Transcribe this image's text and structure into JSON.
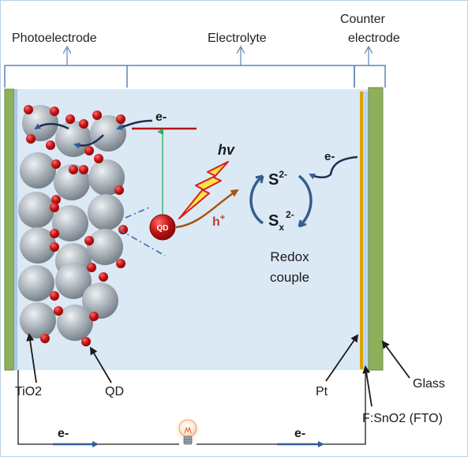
{
  "labels": {
    "photoelectrode": "Photoelectrode",
    "electrolyte": "Electrolyte",
    "counter_line1": "Counter",
    "counter_line2": "electrode",
    "tio2": "TiO2",
    "qd": "QD",
    "pt": "Pt",
    "fto": "F:SnO2 (FTO)",
    "glass": "Glass",
    "redox_line1": "Redox",
    "redox_line2": "couple",
    "hv": "hv",
    "hplus": "h",
    "hplus_sup": "+",
    "electron": "e-",
    "s_top": "S",
    "s_top_sup": "2-",
    "s_bottom": "S",
    "s_bottom_sub": "x",
    "s_bottom_sup": "2-",
    "qd_center": "QD"
  },
  "colors": {
    "electrolyte_bg": "#dbe9f5",
    "bracket": "#5a85b8",
    "arrow_blue": "#2f5d9a",
    "glass_green": "#8fb05a",
    "pt_gold": "#d9a400",
    "tio2_gray": "#8c959e",
    "qd_red": "#b01515",
    "hole_orange": "#a8540e",
    "excitation_green": "#2eae5a",
    "cb_line": "#b01515",
    "photon_yellow": "#ffe14a",
    "photon_red": "#d81e1e"
  }
}
